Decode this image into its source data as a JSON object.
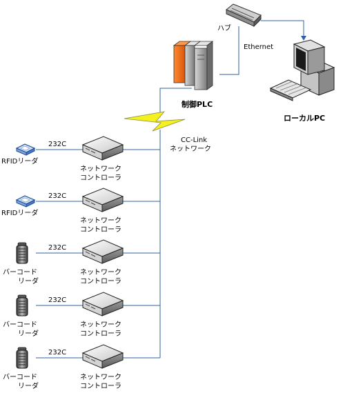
{
  "hub": {
    "label": "ハブ"
  },
  "ethernet": {
    "label": "Ethernet"
  },
  "plc": {
    "label": "制御PLC"
  },
  "pc": {
    "label": "ローカルPC"
  },
  "cclink": {
    "line1": "CC-Link",
    "line2": "ネットワーク"
  },
  "link_label": "232C",
  "controller": {
    "line1": "ネットワーク",
    "line2": "コントローラ"
  },
  "devices": [
    {
      "type": "rfid",
      "line1": "RFIDリーダ",
      "line2": ""
    },
    {
      "type": "rfid",
      "line1": "RFIDリーダ",
      "line2": ""
    },
    {
      "type": "barcode",
      "line1": "バーコード",
      "line2": "リーダ"
    },
    {
      "type": "barcode",
      "line1": "バーコード",
      "line2": "リーダ"
    },
    {
      "type": "barcode",
      "line1": "バーコード",
      "line2": "リーダ"
    }
  ],
  "colors": {
    "wire": "#2f5fa6",
    "plc_accent": "#f26c0d",
    "lightning": "#f5f020"
  }
}
